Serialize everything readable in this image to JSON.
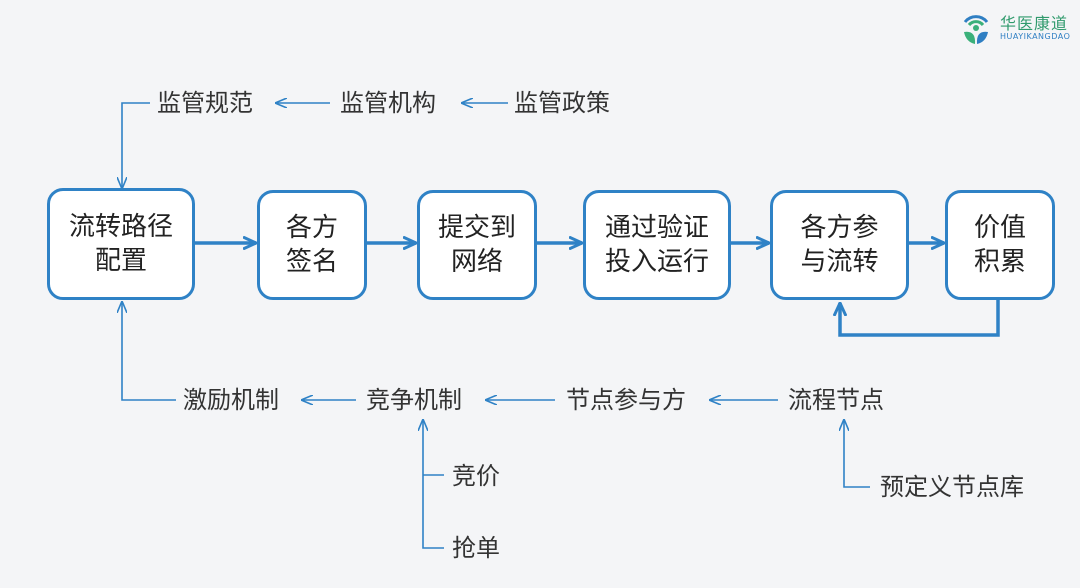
{
  "logo": {
    "name": "华医康道",
    "subtitle": "HUAYIKANGDAO",
    "colors": {
      "green": "#3bb07a",
      "blue": "#2f7fc3"
    }
  },
  "colors": {
    "accent": "#2f82c6",
    "background": "#f4f5f7"
  },
  "boxes": [
    {
      "id": "path-config",
      "text": "流转路径\n配置"
    },
    {
      "id": "sign",
      "text": "各方\n签名"
    },
    {
      "id": "submit",
      "text": "提交到\n网络"
    },
    {
      "id": "verify",
      "text": "通过验证\n投入运行"
    },
    {
      "id": "participate",
      "text": "各方参\n与流转"
    },
    {
      "id": "accumulate",
      "text": "价值\n积累"
    }
  ],
  "labels": {
    "supervision_norms": "监管规范",
    "supervision_agency": "监管机构",
    "supervision_policy": "监管政策",
    "incentive": "激励机制",
    "competition": "竞争机制",
    "node_participants": "节点参与方",
    "process_nodes": "流程节点",
    "bidding": "竞价",
    "grab_order": "抢单",
    "predefined_library": "预定义节点库"
  }
}
